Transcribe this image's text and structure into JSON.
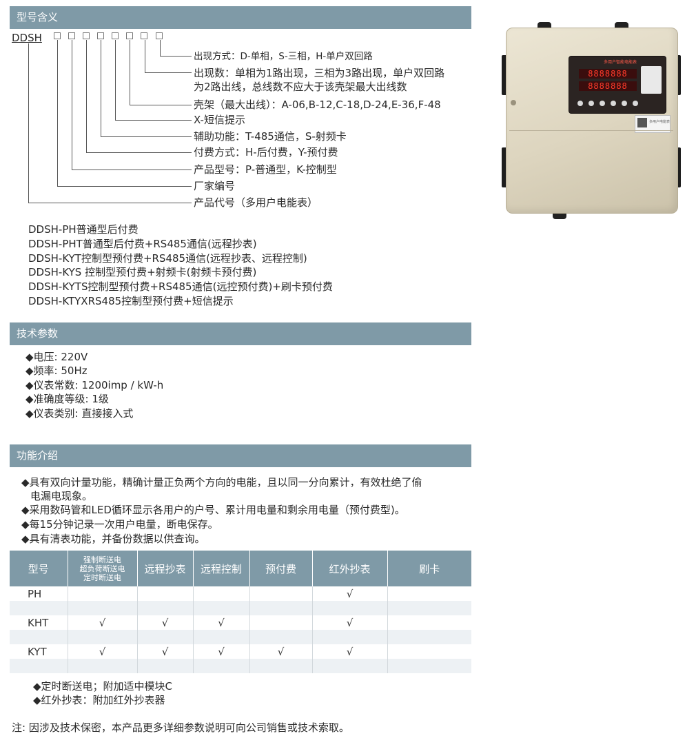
{
  "sections": {
    "model_meaning": "型号含义",
    "tech_params": "技术参数",
    "features": "功能介绍"
  },
  "model_code": {
    "prefix": "DDSH",
    "box_glyph": "□",
    "legends": [
      "出现方式：D-单相，S-三相，H-单户双回路",
      "出现数：单相为1路出现，三相为3路出现，单户双回路",
      "为2路出线，总线数不应大于该壳架最大出线数",
      "壳架（最大出线）：A-06,B-12,C-18,D-24,E-36,F-48",
      "X-短信提示",
      "辅助功能：T-485通信，S-射频卡",
      "付费方式：H-后付费，Y-预付费",
      "产品型号：P-普通型，K-控制型",
      "厂家编号",
      "产品代号（多用户电能表）"
    ]
  },
  "model_list": [
    "DDSH-PH普通型后付费",
    "DDSH-PHT普通型后付费+RS485通信(远程抄表)",
    "DDSH-KYT控制型预付费+RS485通信(远程抄表、远程控制)",
    "DDSH-KYS 控制型预付费+射频卡(射频卡预付费)",
    "DDSH-KYTS控制型预付费+RS485通信(远控预付费)+刷卡预付费",
    "DDSH-KTYXRS485控制型预付费+短信提示"
  ],
  "params": [
    "◆电压: 220V",
    "◆频率: 50Hz",
    "◆仪表常数: 1200imp / kW-h",
    "◆准确度等级: 1级",
    "◆仪表类别: 直接接入式"
  ],
  "features": [
    "◆具有双向计量功能，精确计量正负两个方向的电能，且以同一分向累计，有效杜绝了偷",
    "电漏电现象。",
    "◆采用数码管和LED循环显示各用户的户号、累计用电量和剩余用电量（预付费型)。",
    "◆每15分钟记录一次用户电量，断电保存。",
    "◆具有清表功能，并备份数据以供查询。"
  ],
  "table": {
    "headers": {
      "model": "型号",
      "cutoff_1": "强制断送电",
      "cutoff_2": "超负荷断送电",
      "cutoff_3": "定时断送电",
      "remote_read": "远程抄表",
      "remote_control": "远程控制",
      "prepaid": "预付费",
      "ir_read": "红外抄表",
      "card": "刷卡"
    },
    "rows": [
      {
        "model": "PH",
        "c1": "",
        "c2": "",
        "c3": "",
        "c4": "",
        "c5": "√",
        "c6": ""
      },
      {
        "model": "KHT",
        "c1": "√",
        "c2": "√",
        "c3": "√",
        "c4": "",
        "c5": "√",
        "c6": ""
      },
      {
        "model": "KYT",
        "c1": "√",
        "c2": "√",
        "c3": "√",
        "c4": "√",
        "c5": "√",
        "c6": ""
      }
    ]
  },
  "table_notes": [
    "◆定时断送电；附加适中模块C",
    "◆红外抄表：附加红外抄表器"
  ],
  "footnote": "注: 因涉及技术保密，本产品更多详细参数说明可向公司销售或技术索取。",
  "device": {
    "panel_title": "多用户智能电能表",
    "display_1": "8888888",
    "display_2": "8888888",
    "sticker": "多用户电能表"
  }
}
